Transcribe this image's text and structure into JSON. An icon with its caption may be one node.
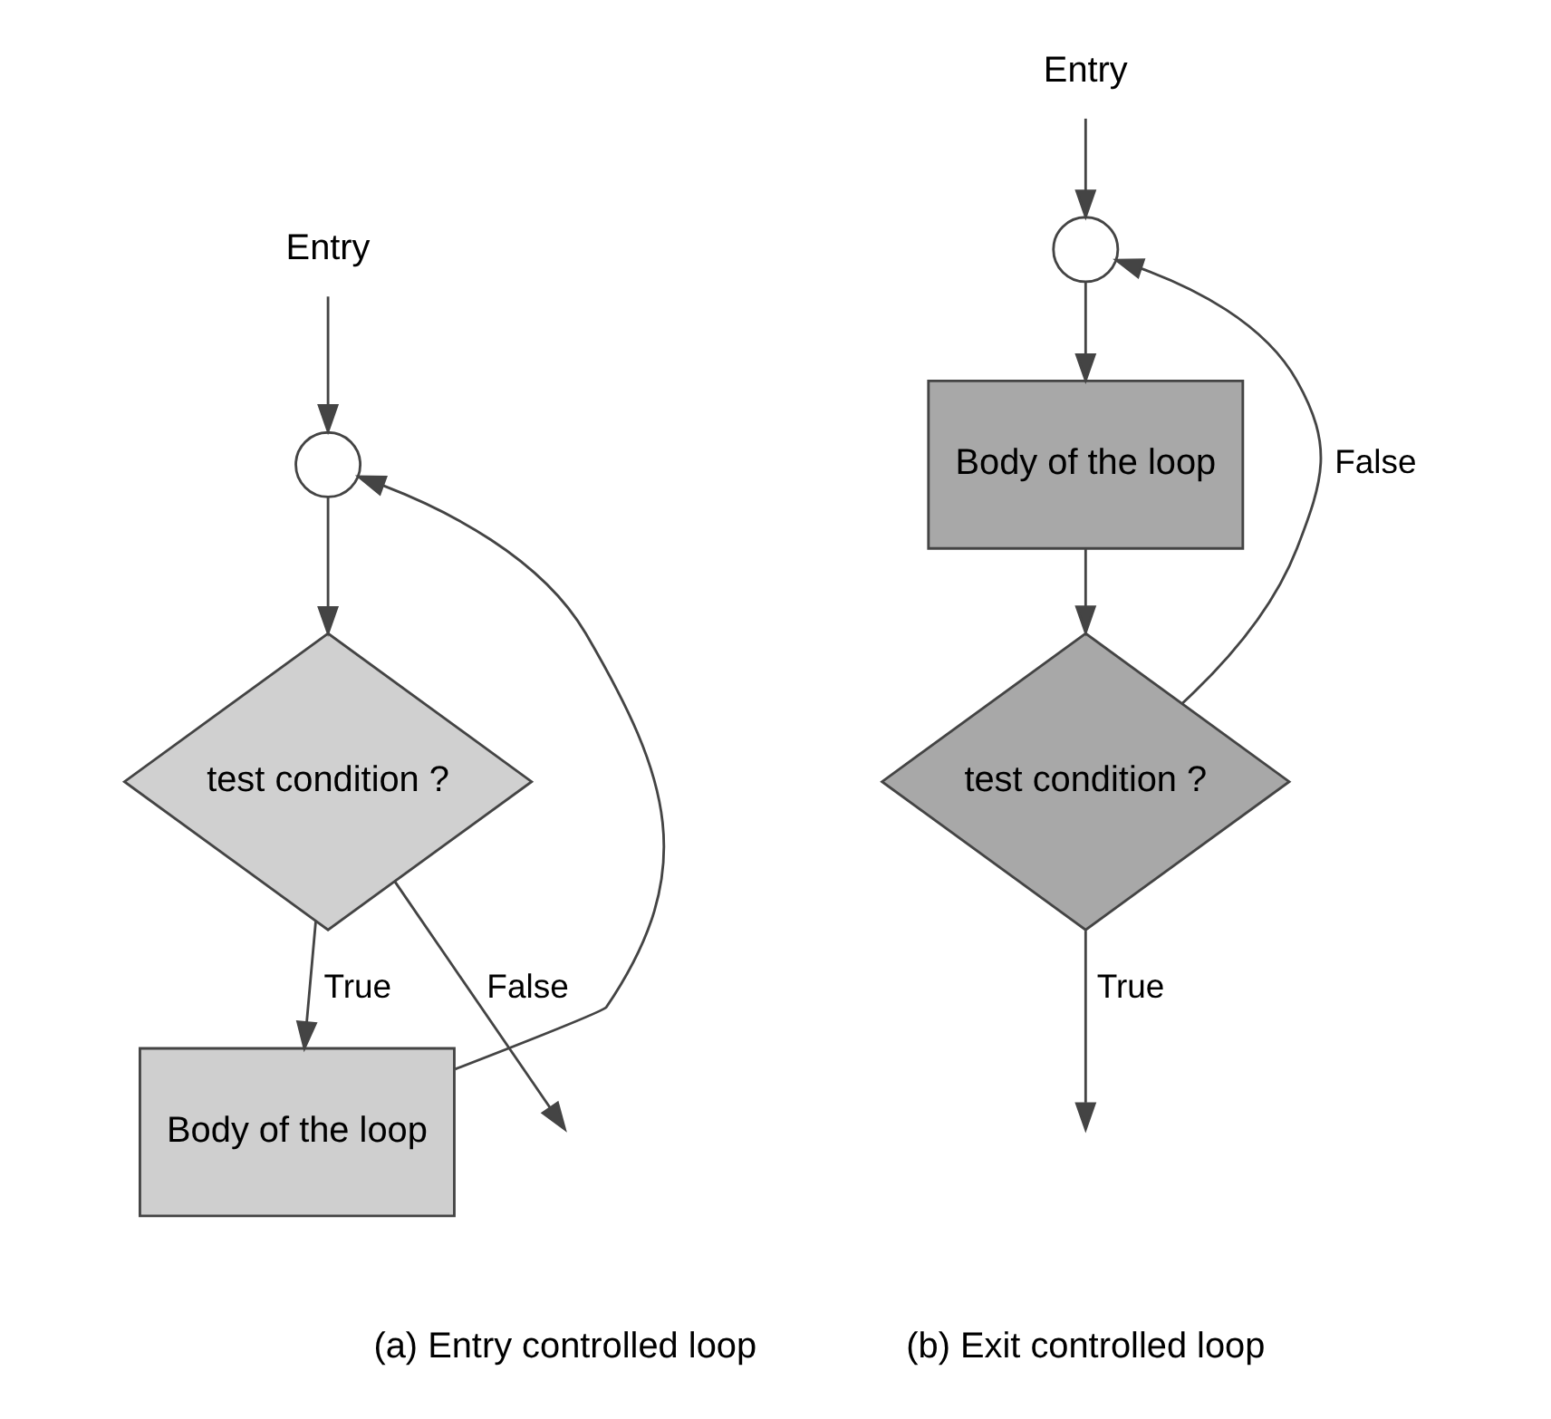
{
  "diagram": {
    "nodes": [
      {
        "text": [
          "Entry"
        ]
      },
      {
        "text": [],
        "shape": "circle"
      },
      {
        "text": [
          "test condition ?"
        ]
      },
      {
        "text": [
          "Body of the loop"
        ]
      },
      {
        "text": [
          "Entry"
        ]
      },
      {
        "text": [],
        "shape": "circle"
      },
      {
        "text": [
          "Body of the loop"
        ]
      },
      {
        "text": [
          "test condition ?"
        ]
      }
    ],
    "edges": [
      {
        "from": 0,
        "to": 1,
        "arrow": "to"
      },
      {
        "from": 1,
        "to": 2,
        "arrow": "to"
      },
      {
        "from": 2,
        "to": 3,
        "arrow": "to",
        "label": "True"
      },
      {
        "from": 3,
        "to": 1,
        "arrow": "to"
      },
      {
        "from": 2,
        "to": null,
        "arrow": "to",
        "label": "False"
      },
      {
        "from": 4,
        "to": 5,
        "arrow": "to"
      },
      {
        "from": 5,
        "to": 6,
        "arrow": "to"
      },
      {
        "from": 6,
        "to": 7,
        "arrow": "to"
      },
      {
        "from": 7,
        "to": 5,
        "arrow": "to",
        "label": "False"
      },
      {
        "from": 7,
        "to": null,
        "arrow": "to",
        "label": "True"
      }
    ],
    "labels": [
      "(a) Entry controlled loop",
      "(b) Exit controlled loop"
    ]
  }
}
